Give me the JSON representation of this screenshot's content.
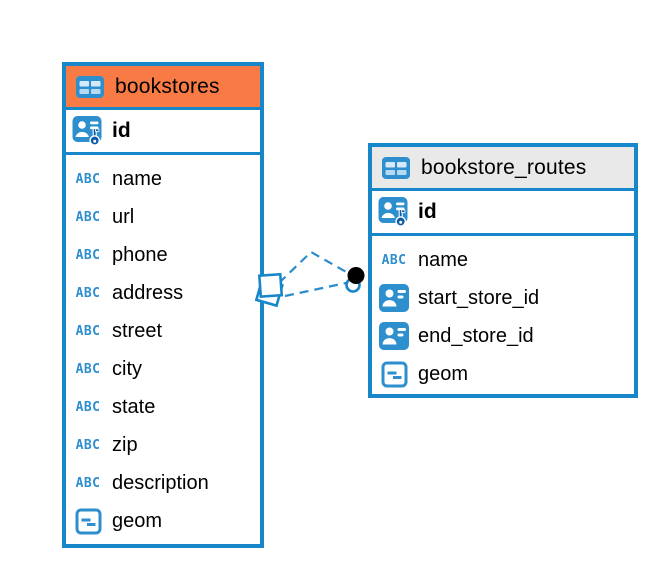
{
  "icons": {
    "text_type_glyph": "ABC"
  },
  "colors": {
    "accent_blue": "#1787C9",
    "icon_blue": "#2E8FCE",
    "bookstores_header_bg": "#F87B45",
    "routes_header_bg": "#E9E9E9",
    "relationship_line": "#2B8CCB",
    "endpoint_dot": "#000000"
  },
  "diagram": {
    "tables": [
      {
        "name": "bookstores",
        "primary_key": "id",
        "columns": [
          {
            "name": "name",
            "type": "text"
          },
          {
            "name": "url",
            "type": "text"
          },
          {
            "name": "phone",
            "type": "text"
          },
          {
            "name": "address",
            "type": "text"
          },
          {
            "name": "street",
            "type": "text"
          },
          {
            "name": "city",
            "type": "text"
          },
          {
            "name": "state",
            "type": "text"
          },
          {
            "name": "zip",
            "type": "text"
          },
          {
            "name": "description",
            "type": "text"
          },
          {
            "name": "geom",
            "type": "geometry"
          }
        ]
      },
      {
        "name": "bookstore_routes",
        "primary_key": "id",
        "columns": [
          {
            "name": "name",
            "type": "text"
          },
          {
            "name": "start_store_id",
            "type": "reference"
          },
          {
            "name": "end_store_id",
            "type": "reference"
          },
          {
            "name": "geom",
            "type": "geometry"
          }
        ]
      }
    ],
    "relationship": {
      "between": [
        "bookstores",
        "bookstore_routes"
      ],
      "line_style": "dashed",
      "line_count": 2
    }
  }
}
